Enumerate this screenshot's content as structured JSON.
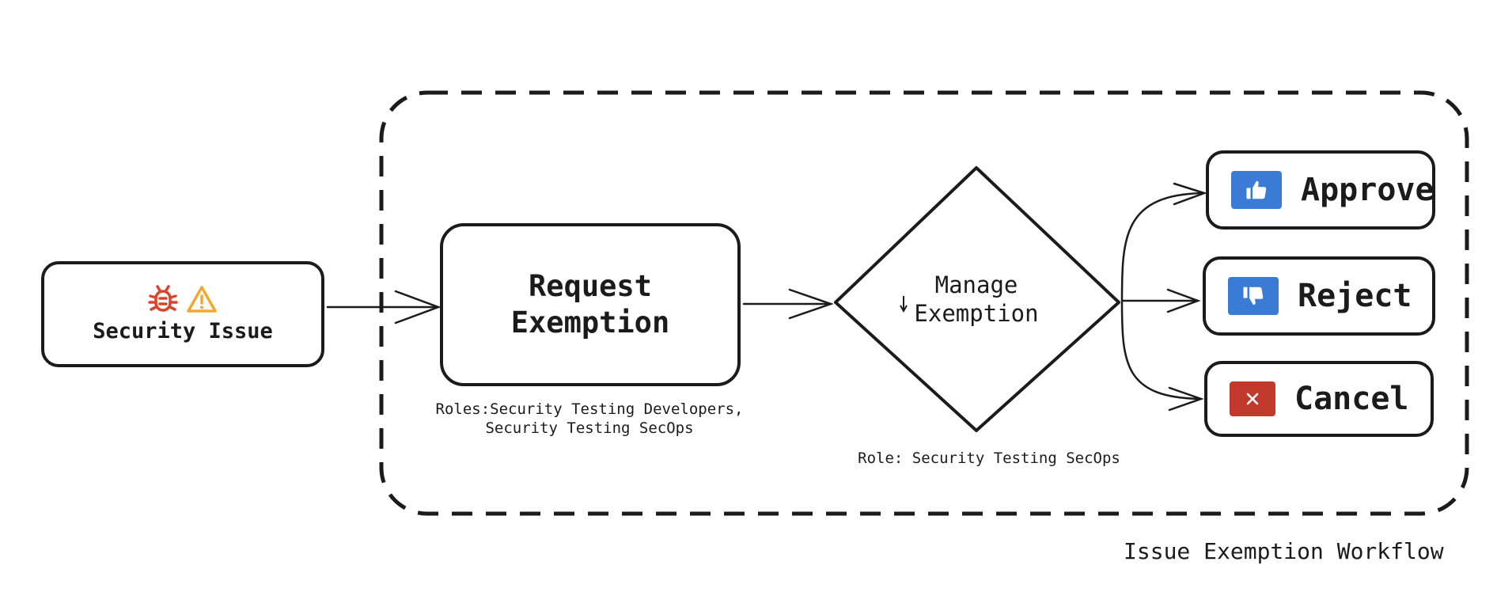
{
  "diagram": {
    "title": "Issue Exemption Workflow",
    "nodes": {
      "security_issue": {
        "label": "Security Issue",
        "icons": [
          "bug-icon",
          "warning-icon"
        ]
      },
      "request_exemption": {
        "line1": "Request",
        "line2": "Exemption",
        "roles_line1": "Roles:Security Testing Developers,",
        "roles_line2": "Security Testing SecOps"
      },
      "manage_exemption": {
        "line1": "Manage",
        "line2": "Exemption",
        "role": "Role: Security Testing SecOps"
      },
      "outcomes": [
        {
          "label": "Approve",
          "icon": "thumbs-up-icon",
          "color": "#3a7bd5"
        },
        {
          "label": "Reject",
          "icon": "thumbs-down-icon",
          "color": "#3a7bd5"
        },
        {
          "label": "Cancel",
          "icon": "close-icon",
          "color": "#c0392b"
        }
      ]
    },
    "edges": [
      {
        "from": "Security Issue",
        "to": "Request Exemption"
      },
      {
        "from": "Request Exemption",
        "to": "Manage Exemption"
      },
      {
        "from": "Manage Exemption",
        "to": "Approve"
      },
      {
        "from": "Manage Exemption",
        "to": "Reject"
      },
      {
        "from": "Manage Exemption",
        "to": "Cancel"
      }
    ],
    "colors": {
      "ink": "#1b1b1b",
      "bug": "#d9452b",
      "warning": "#f0a830"
    }
  }
}
